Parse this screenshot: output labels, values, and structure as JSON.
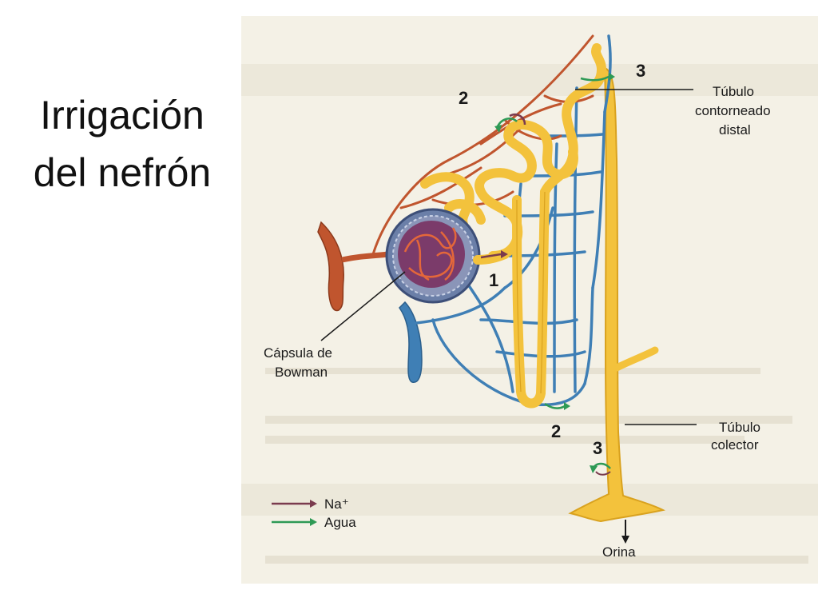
{
  "slide": {
    "title_line1": "Irrigación",
    "title_line2": "del nefrón"
  },
  "diagram": {
    "labels": {
      "distal_tubule_line1": "Túbulo",
      "distal_tubule_line2": "contorneado",
      "distal_tubule_line3": "distal",
      "bowman_line1": "Cápsula de",
      "bowman_line2": "Bowman",
      "collecting_line1": "Túbulo",
      "collecting_line2": "colector",
      "urine": "Orina"
    },
    "numbers": {
      "n1": "1",
      "n2_top": "2",
      "n2_bottom": "2",
      "n3_top": "3",
      "n3_bottom": "3"
    },
    "legend": {
      "sodium": "Na⁺",
      "water": "Agua"
    },
    "colors": {
      "artery": "#c0552e",
      "vein": "#3f7fb5",
      "tubule": "#f3c23c",
      "tubule_outline": "#d9a21f",
      "sodium_arrow": "#7a3b4e",
      "water_arrow": "#2e9a55"
    }
  }
}
